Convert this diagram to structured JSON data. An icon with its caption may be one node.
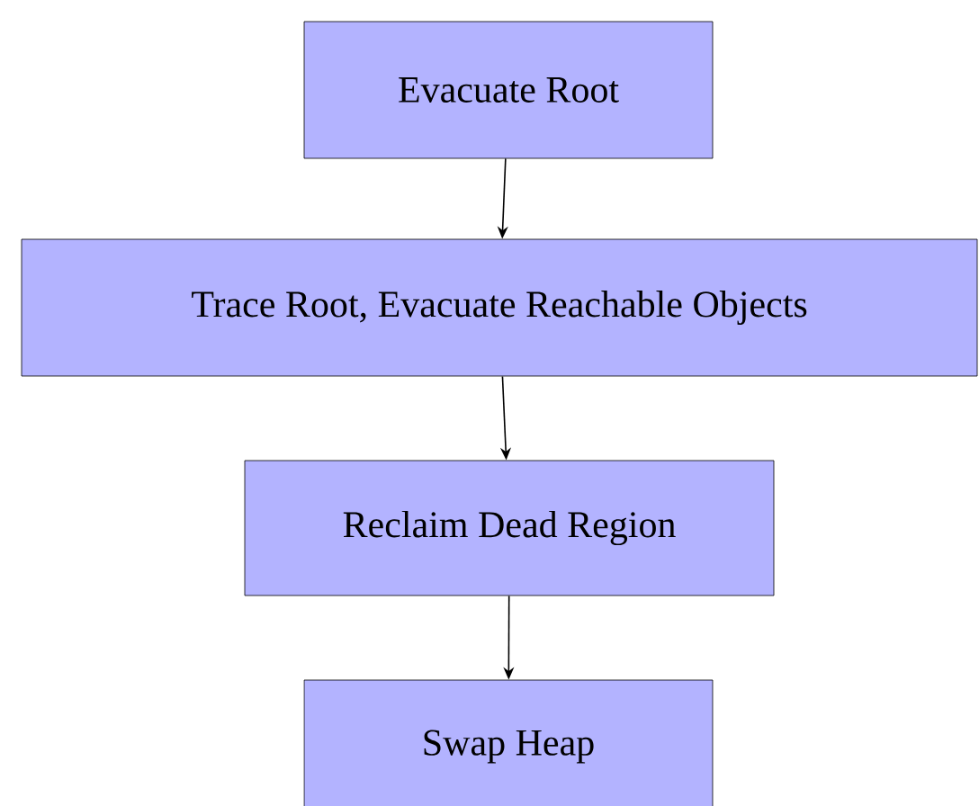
{
  "diagram": {
    "nodes": [
      {
        "text": [
          "Evacuate Root"
        ]
      },
      {
        "text": [
          "Trace Root, Evacuate Reachable Objects"
        ]
      },
      {
        "text": [
          "Reclaim Dead Region"
        ]
      },
      {
        "text": [
          "Swap Heap"
        ]
      }
    ],
    "edges": [
      {
        "from": 0,
        "to": 1,
        "arrow": "to"
      },
      {
        "from": 1,
        "to": 2,
        "arrow": "to"
      },
      {
        "from": 2,
        "to": 3,
        "arrow": "to"
      }
    ]
  }
}
